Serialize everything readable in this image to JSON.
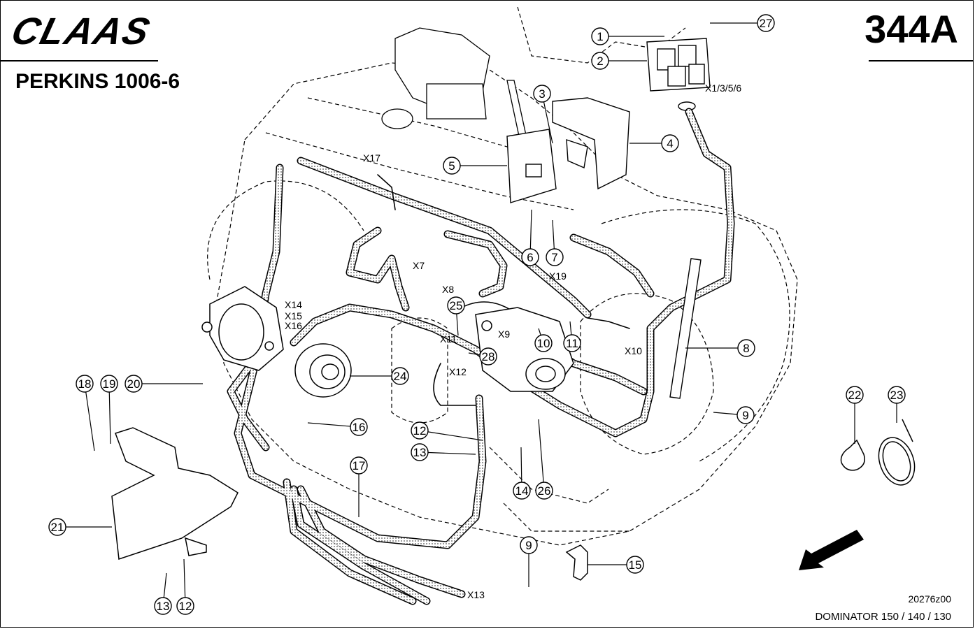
{
  "header": {
    "brand": "CLAAS",
    "engine": "PERKINS 1006-6",
    "page_code": "344A"
  },
  "footer": {
    "drawing_number": "20276z00",
    "model": "DOMINATOR 150 / 140 / 130"
  },
  "callouts": [
    "1",
    "2",
    "3",
    "4",
    "5",
    "6",
    "7",
    "8",
    "9",
    "9",
    "10",
    "11",
    "12",
    "12",
    "13",
    "13",
    "14",
    "15",
    "16",
    "17",
    "18",
    "19",
    "20",
    "21",
    "22",
    "23",
    "24",
    "25",
    "26",
    "27",
    "28"
  ],
  "connectors": [
    "X1/3/5/6",
    "X7",
    "X8",
    "X9",
    "X10",
    "X11",
    "X12",
    "X13",
    "X14",
    "X15",
    "X16",
    "X17",
    "X19"
  ]
}
